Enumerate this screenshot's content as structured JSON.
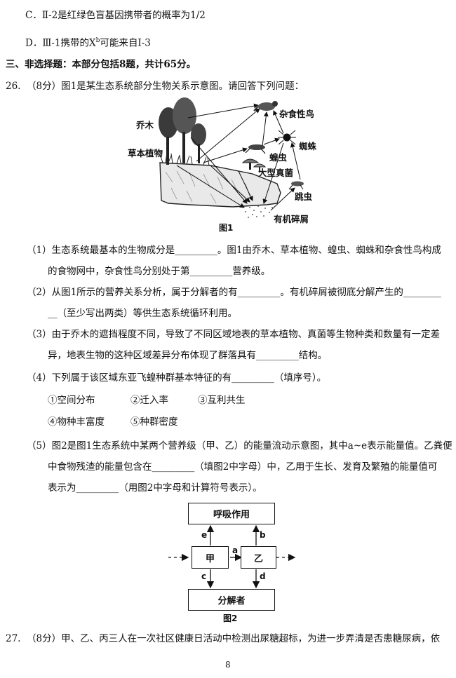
{
  "lines": {
    "optC": "C．Ⅱ-2是红绿色盲基因携带者的概率为1/2",
    "optD_pre": "D．Ⅲ-1携带的X",
    "optD_sup": "b",
    "optD_post": "可能来自Ⅰ-3",
    "section": "三、非选择题：本部分包括8题，共计65分。",
    "q26_num": "26.",
    "q26_intro": "（8分）图1是某生态系统部分生物关系示意图。请回答下列问题：",
    "q1_a": "（1）生态系统最基本的生物成分是_________。图1由乔木、草本植物、蝗虫、蜘蛛和杂食性鸟构成",
    "q1_b": "的食物网中，杂食性鸟分别处于第_________营养级。",
    "q2_a": "（2）从图1所示的营养关系分析，属于分解者的有_________。有机碎屑被彻底分解产生的________",
    "q2_b": "__（至少写出两类）等供生态系统循环利用。",
    "q3_a": "（3）由于乔木的遮挡程度不同，导致了不同区域地表的草本植物、真菌等生物种类和数量有一定差",
    "q3_b": "异，地表生物的这种区域差异分布体现了群落具有_________结构。",
    "q4": "（4）下列属于该区域东亚飞蝗种群基本特征的有_________（填序号）。",
    "q4_o1": "①空间分布",
    "q4_o2": "②迁入率",
    "q4_o3": "③互利共生",
    "q4_o4": "④物种丰富度",
    "q4_o5": "⑤种群密度",
    "q5_a": "（5）图2是图1生态系统中某两个营养级（甲、乙）的能量流动示意图，其中a~e表示能量值。乙粪便",
    "q5_b": "中食物残渣的能量包含在_________（填图2中字母）中，乙用于生长、发育及繁殖的能量值可",
    "q5_c": "表示为_________（用图2中字母和计算符号表示）。",
    "q27_num": "27.",
    "q27_text": "（8分）甲、乙、丙三人在一次社区健康日活动中检测出尿糖超标，为进一步弄清是否患糖尿病，依",
    "page_num": "8"
  },
  "fig1": {
    "caption": "图1",
    "labels": {
      "tree": "乔木",
      "grass": "草本植物",
      "bird": "杂食性鸟",
      "spider": "蜘蛛",
      "locust": "蝗虫",
      "fungi": "大型真菌",
      "springtail": "跳虫",
      "detritus": "有机碎屑"
    }
  },
  "fig2": {
    "caption": "图2",
    "respiration": "呼吸作用",
    "jia": "甲",
    "yi": "乙",
    "decomposer": "分解者",
    "a": "a",
    "b": "b",
    "c": "c",
    "d": "d",
    "e": "e"
  }
}
